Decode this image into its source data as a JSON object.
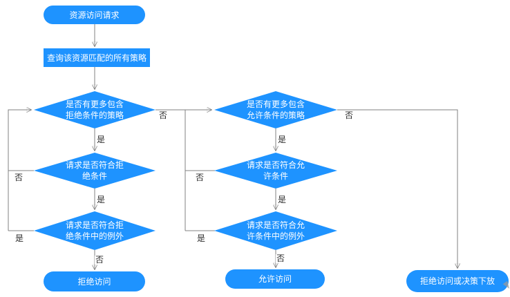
{
  "diagram": {
    "type": "flowchart",
    "language": "zh-CN",
    "colors": {
      "node_fill": "#1E93FF",
      "node_text": "#FFFFFF",
      "connector": "#808080",
      "arrowhead": "#1A1A1A",
      "label_text": "#2B2B2B",
      "background": "#FFFFFF"
    },
    "nodes": {
      "start": {
        "shape": "stadium",
        "label": "资源访问请求"
      },
      "query_policies": {
        "shape": "rect",
        "label": "查询该资源匹配的所有策略"
      },
      "more_deny_policies": {
        "shape": "diamond",
        "label": "是否有更多包含\n拒绝条件的策略"
      },
      "match_deny": {
        "shape": "diamond",
        "label": "请求是否符合拒\n绝条件"
      },
      "match_deny_exception": {
        "shape": "diamond",
        "label": "请求是否符合拒\n绝条件中的例外"
      },
      "deny_access": {
        "shape": "stadium",
        "label": "拒绝访问"
      },
      "more_allow_policies": {
        "shape": "diamond",
        "label": "是否有更多包含\n允许条件的策略"
      },
      "match_allow": {
        "shape": "diamond",
        "label": "请求是否符合允\n许条件"
      },
      "match_allow_exception": {
        "shape": "diamond",
        "label": "请求是否符合允\n许条件中的例外"
      },
      "allow_access": {
        "shape": "stadium",
        "label": "允许访问"
      },
      "deny_or_delegate": {
        "shape": "stadium",
        "label": "拒绝访问或决策下放"
      }
    },
    "edge_labels": {
      "deny_more_yes": "是",
      "deny_match_yes": "是",
      "deny_exception_no": "否",
      "deny_match_no": "否",
      "deny_exception_yes": "是",
      "deny_more_no": "否",
      "allow_more_yes": "是",
      "allow_match_yes": "是",
      "allow_exception_no": "否",
      "allow_match_no": "否",
      "allow_exception_yes": "是",
      "allow_more_no": "否"
    },
    "edges": [
      {
        "from": "start",
        "to": "query_policies",
        "label_key": ""
      },
      {
        "from": "query_policies",
        "to": "more_deny_policies",
        "label_key": ""
      },
      {
        "from": "more_deny_policies",
        "to": "match_deny",
        "label_key": "deny_more_yes"
      },
      {
        "from": "match_deny",
        "to": "match_deny_exception",
        "label_key": "deny_match_yes"
      },
      {
        "from": "match_deny_exception",
        "to": "deny_access",
        "label_key": "deny_exception_no"
      },
      {
        "from": "match_deny",
        "to": "more_deny_policies",
        "label_key": "deny_match_no"
      },
      {
        "from": "match_deny_exception",
        "to": "more_deny_policies",
        "label_key": "deny_exception_yes"
      },
      {
        "from": "more_deny_policies",
        "to": "more_allow_policies",
        "label_key": "deny_more_no"
      },
      {
        "from": "more_allow_policies",
        "to": "match_allow",
        "label_key": "allow_more_yes"
      },
      {
        "from": "match_allow",
        "to": "match_allow_exception",
        "label_key": "allow_match_yes"
      },
      {
        "from": "match_allow_exception",
        "to": "allow_access",
        "label_key": "allow_exception_no"
      },
      {
        "from": "match_allow",
        "to": "more_allow_policies",
        "label_key": "allow_match_no"
      },
      {
        "from": "match_allow_exception",
        "to": "more_allow_policies",
        "label_key": "allow_exception_yes"
      },
      {
        "from": "more_allow_policies",
        "to": "deny_or_delegate",
        "label_key": "allow_more_no"
      }
    ]
  }
}
